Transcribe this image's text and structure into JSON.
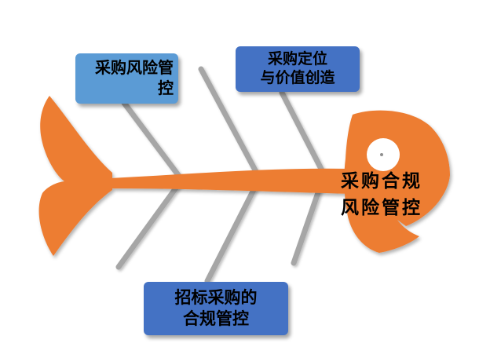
{
  "diagram": {
    "type": "fishbone",
    "effect": "采购合规风险管控",
    "top_branches": [
      "采购风险管控",
      "采购定位与价值创造"
    ],
    "bottom_branches": [
      "招标采购的合规管控"
    ]
  },
  "boxes": {
    "top_left": {
      "lines": [
        "采购风险管",
        "控"
      ]
    },
    "top_right": {
      "lines": [
        "采购定位",
        "与价值创造"
      ]
    },
    "bottom": {
      "lines": [
        "招标采购的",
        "合规管控"
      ]
    }
  },
  "head": {
    "lines": [
      "采购合规",
      "风险管控"
    ]
  },
  "colors": {
    "fish_orange": "#ED7D31",
    "box_light_blue": "#5B9BD5",
    "box_dark_blue": "#4472C4",
    "rib_gray": "#A6A6A6",
    "text": "#000000",
    "background": "#FFFFFF"
  }
}
